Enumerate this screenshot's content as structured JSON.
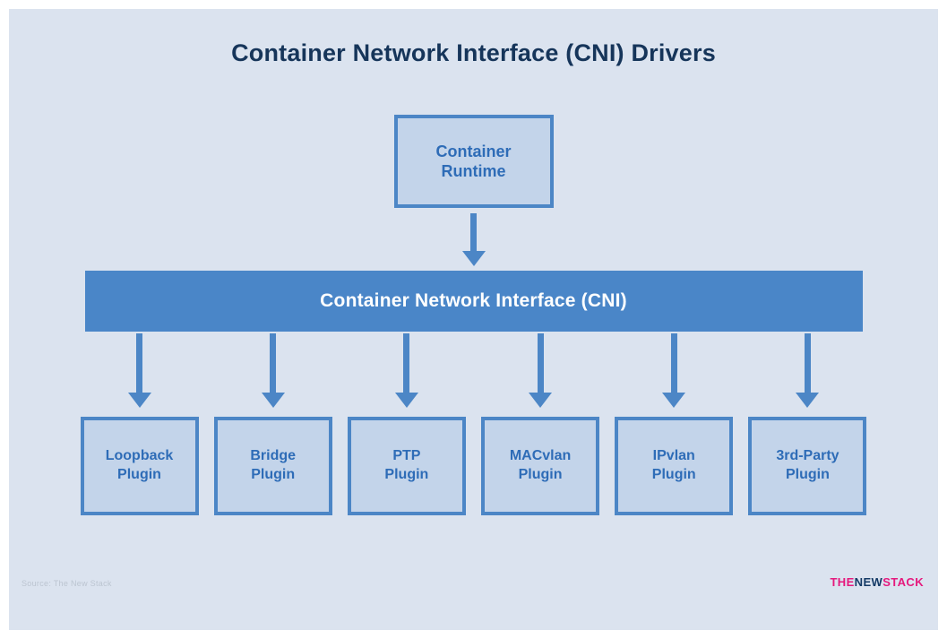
{
  "page": {
    "title": "Container Network Interface (CNI) Drivers"
  },
  "diagram": {
    "runtime_box": {
      "line1": "Container",
      "line2": "Runtime"
    },
    "cni_bar": {
      "label": "Container Network Interface (CNI)"
    },
    "plugins": [
      {
        "line1": "Loopback",
        "line2": "Plugin"
      },
      {
        "line1": "Bridge",
        "line2": "Plugin"
      },
      {
        "line1": "PTP",
        "line2": "Plugin"
      },
      {
        "line1": "MACvlan",
        "line2": "Plugin"
      },
      {
        "line1": "IPvlan",
        "line2": "Plugin"
      },
      {
        "line1": "3rd-Party",
        "line2": "Plugin"
      }
    ]
  },
  "footer": {
    "attribution": "Source: The New Stack",
    "logo": {
      "part1": "THE",
      "part2": "NEW",
      "part3": "STACK"
    }
  },
  "colors": {
    "background": "#dbe3ef",
    "accent_blue_border": "#4c86c6",
    "bar_blue": "#4a86c8",
    "box_fill": "#c3d4ea",
    "title_navy": "#16355a",
    "box_text_blue": "#2e6cb7",
    "logo_pink": "#e5197d",
    "logo_navy": "#143a66"
  }
}
